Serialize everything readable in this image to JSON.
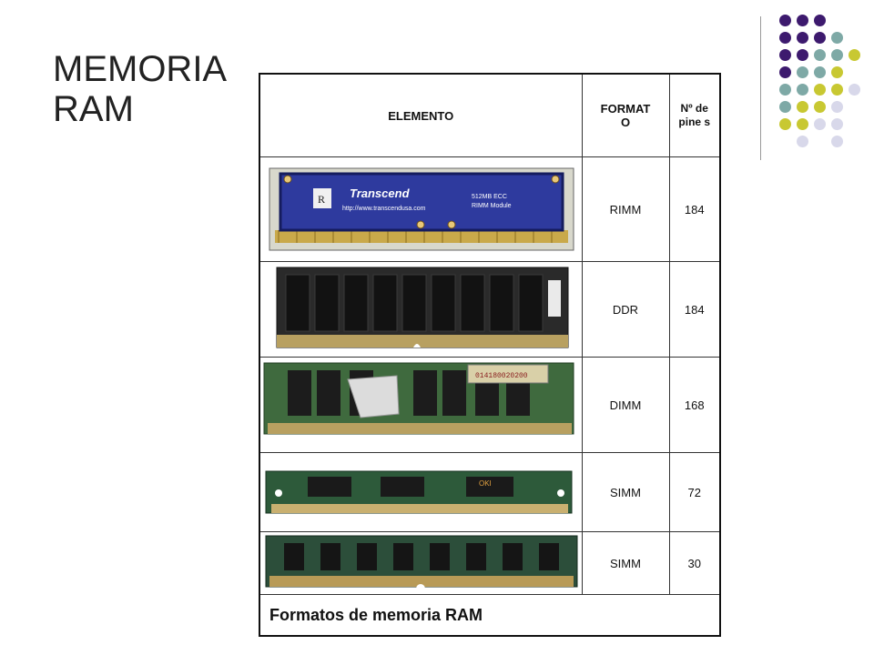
{
  "slide": {
    "title_line1": "MEMORIA",
    "title_line2": "RAM"
  },
  "table": {
    "headers": {
      "element": "ELEMENTO",
      "format": "FORMAT O",
      "pins": "Nº de pine s"
    },
    "rows": [
      {
        "module": "rimm-module",
        "format": "RIMM",
        "pins": "184",
        "label_brand": "Transcend",
        "label_url": "http://www.transcendusa.com",
        "label_spec1": "512MB ECC",
        "label_spec2": "RIMM Module"
      },
      {
        "module": "ddr-module",
        "format": "DDR",
        "pins": "184"
      },
      {
        "module": "dimm-module",
        "format": "DIMM",
        "pins": "168",
        "label_code": "014180020200"
      },
      {
        "module": "simm-module",
        "format": "SIMM",
        "pins": "72",
        "label_chip": "OKI"
      },
      {
        "module": "simm-module",
        "format": "SIMM",
        "pins": "30"
      }
    ],
    "caption": "Formatos de memoria RAM"
  },
  "colors": {
    "purple": "#3d1a6e",
    "teal": "#7ea9a6",
    "olive": "#c8c832",
    "lavender": "#d8d8ea"
  }
}
